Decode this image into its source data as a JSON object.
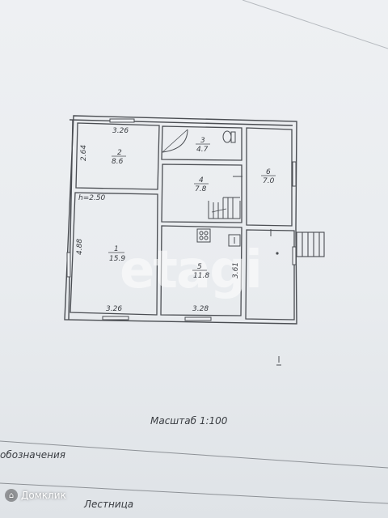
{
  "plan": {
    "rooms": [
      {
        "id": "1",
        "area": "15.9"
      },
      {
        "id": "2",
        "area": "8.6"
      },
      {
        "id": "3",
        "area": "4.7"
      },
      {
        "id": "4",
        "area": "7.8"
      },
      {
        "id": "5",
        "area": "11.8"
      },
      {
        "id": "6",
        "area": "7.0"
      }
    ],
    "dimensions": {
      "room2_width": "3.26",
      "room2_height": "2.64",
      "room1_height": "4.88",
      "room1_width": "3.26",
      "ceiling": "h=2.50",
      "room5_width": "3.28",
      "room5_height": "3.61"
    },
    "scale": "Масштаб 1:100",
    "legend_title": "обозначения",
    "legend_item": "Лестница",
    "watermark": "etagi",
    "logo": "Домклик"
  }
}
